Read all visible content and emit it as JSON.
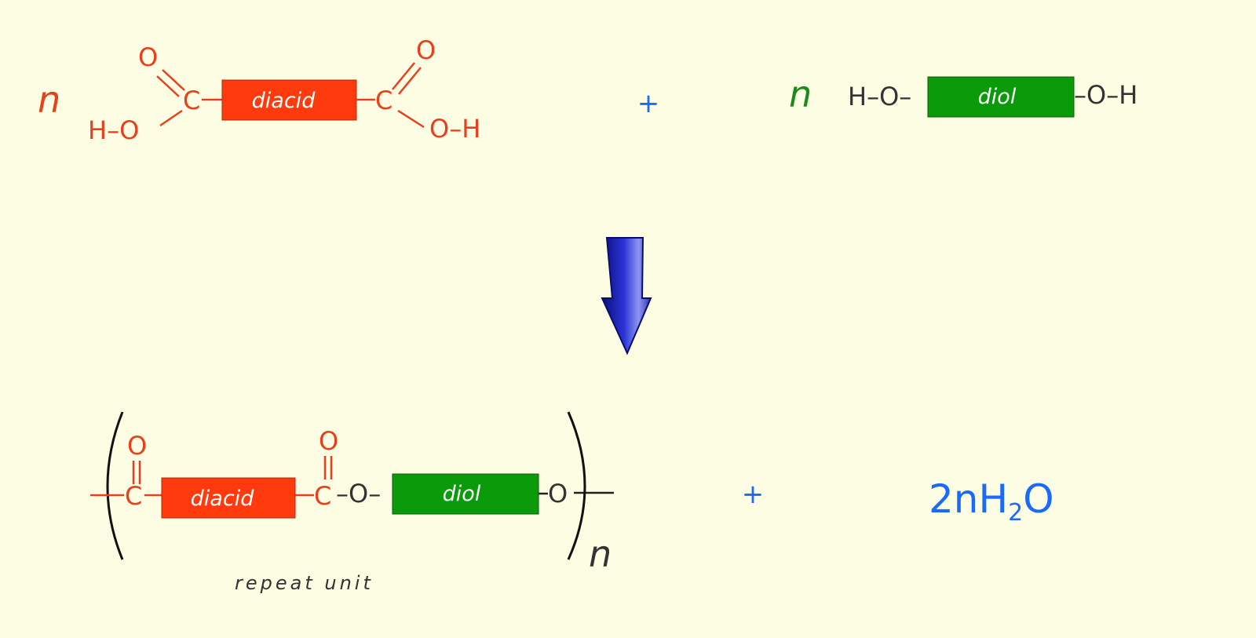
{
  "colors": {
    "background": "#fdfde3",
    "diacid": "#e8401c",
    "diol_box": "#0a9a0a",
    "diol_n": "#1a8a1a",
    "plus": "#1a6aff",
    "arrow": "#1c20b8",
    "text_dark": "#333333"
  },
  "reactant_diacid": {
    "coefficient": "n",
    "box_label": "diacid",
    "hydroxyl_left": "H–O",
    "hydroxyl_right": "O–H",
    "carbon": "C",
    "oxygen": "O"
  },
  "plus_top": "+",
  "reactant_diol": {
    "coefficient": "n",
    "left_group": "H–O–",
    "box_label": "diol",
    "right_group": "–O–H"
  },
  "arrow_icon": "down-arrow-icon",
  "product": {
    "diacid_label": "diacid",
    "diol_label": "diol",
    "carbon": "C",
    "oxygen": "O",
    "ester_link": "–O–",
    "subscript_n": "n",
    "repeat_unit_label": "repeat unit"
  },
  "plus_bottom": "+",
  "byproduct": {
    "prefix": "2nH",
    "subscript": "2",
    "suffix": "O"
  }
}
